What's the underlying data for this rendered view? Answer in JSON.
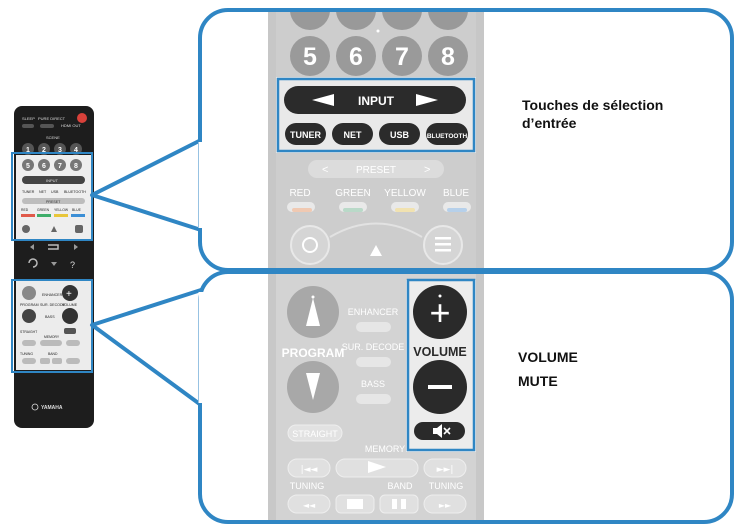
{
  "colors": {
    "callout": "#2f86c4",
    "remote_body": "#1d1d1d",
    "panel_bg": "#ececec",
    "zoom_remote": "#c9c9c9",
    "input_highlight": "#2f86c4",
    "red_key": "#e05a4a",
    "green_key": "#3fae6a",
    "yellow_key": "#e8c63a",
    "blue_key": "#3c8fd6"
  },
  "labels": {
    "input_selection": "Touches de sélection",
    "input_selection_2": "d’entrée",
    "volume": "VOLUME",
    "mute": "MUTE"
  },
  "remote_small": {
    "top_labels": [
      "SLEEP",
      "PURE DIRECT",
      "HDMI OUT"
    ],
    "scene": "SCENE",
    "scene_keys": [
      "1",
      "2",
      "3",
      "4"
    ],
    "number_keys": [
      "5",
      "6",
      "7",
      "8"
    ],
    "input": "INPUT",
    "input_keys": [
      "TUNER",
      "NET",
      "USB",
      "BLUETOOTH"
    ],
    "preset": "PRESET",
    "color_keys": [
      "RED",
      "GREEN",
      "YELLOW",
      "BLUE"
    ],
    "help": "?",
    "program": "PROGRAM",
    "sur_decode": "SUR. DECODE",
    "volume": "VOLUME",
    "enhancer": "ENHANCER",
    "bass": "BASS",
    "straight": "STRAIGHT",
    "memory": "MEMORY",
    "tuning": "TUNING",
    "band": "BAND",
    "brand": "YAMAHA"
  },
  "panel_top": {
    "number_keys": [
      "5",
      "6",
      "7",
      "8"
    ],
    "input": "INPUT",
    "input_keys": [
      "TUNER",
      "NET",
      "USB",
      "BLUETOOTH"
    ],
    "preset": "PRESET",
    "color_keys": [
      "RED",
      "GREEN",
      "YELLOW",
      "BLUE"
    ]
  },
  "panel_bottom": {
    "enhancer": "ENHANCER",
    "program": "PROGRAM",
    "sur_decode": "SUR. DECODE",
    "bass": "BASS",
    "straight": "STRAIGHT",
    "memory": "MEMORY",
    "tuning_left": "TUNING",
    "band": "BAND",
    "tuning_right": "TUNING",
    "volume": "VOLUME",
    "plus": "+",
    "minus": "−"
  }
}
